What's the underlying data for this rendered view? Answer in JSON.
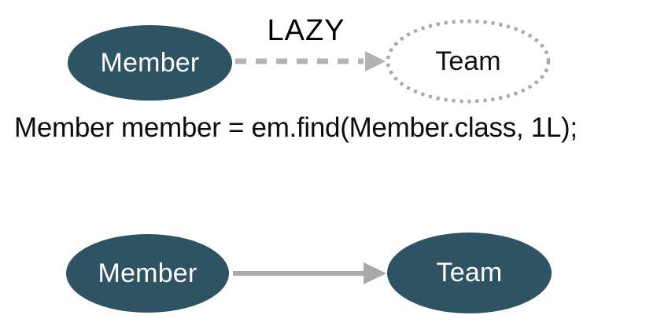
{
  "colors": {
    "entity_fill": "#2e5464",
    "entity_label": "#ffffff",
    "arrow_gray": "#b0b0b0",
    "proxy_border_gray": "#a8a8a8",
    "text_black": "#0d0d0d",
    "background": "#ffffff"
  },
  "top_diagram": {
    "member_label": "Member",
    "edge_label": "LAZY",
    "edge_style": "dashed",
    "team_label": "Team",
    "team_style": "dotted-proxy-outline"
  },
  "code_line": "Member member = em.find(Member.class, 1L);",
  "bottom_diagram": {
    "member_label": "Member",
    "edge_style": "solid",
    "team_label": "Team"
  }
}
